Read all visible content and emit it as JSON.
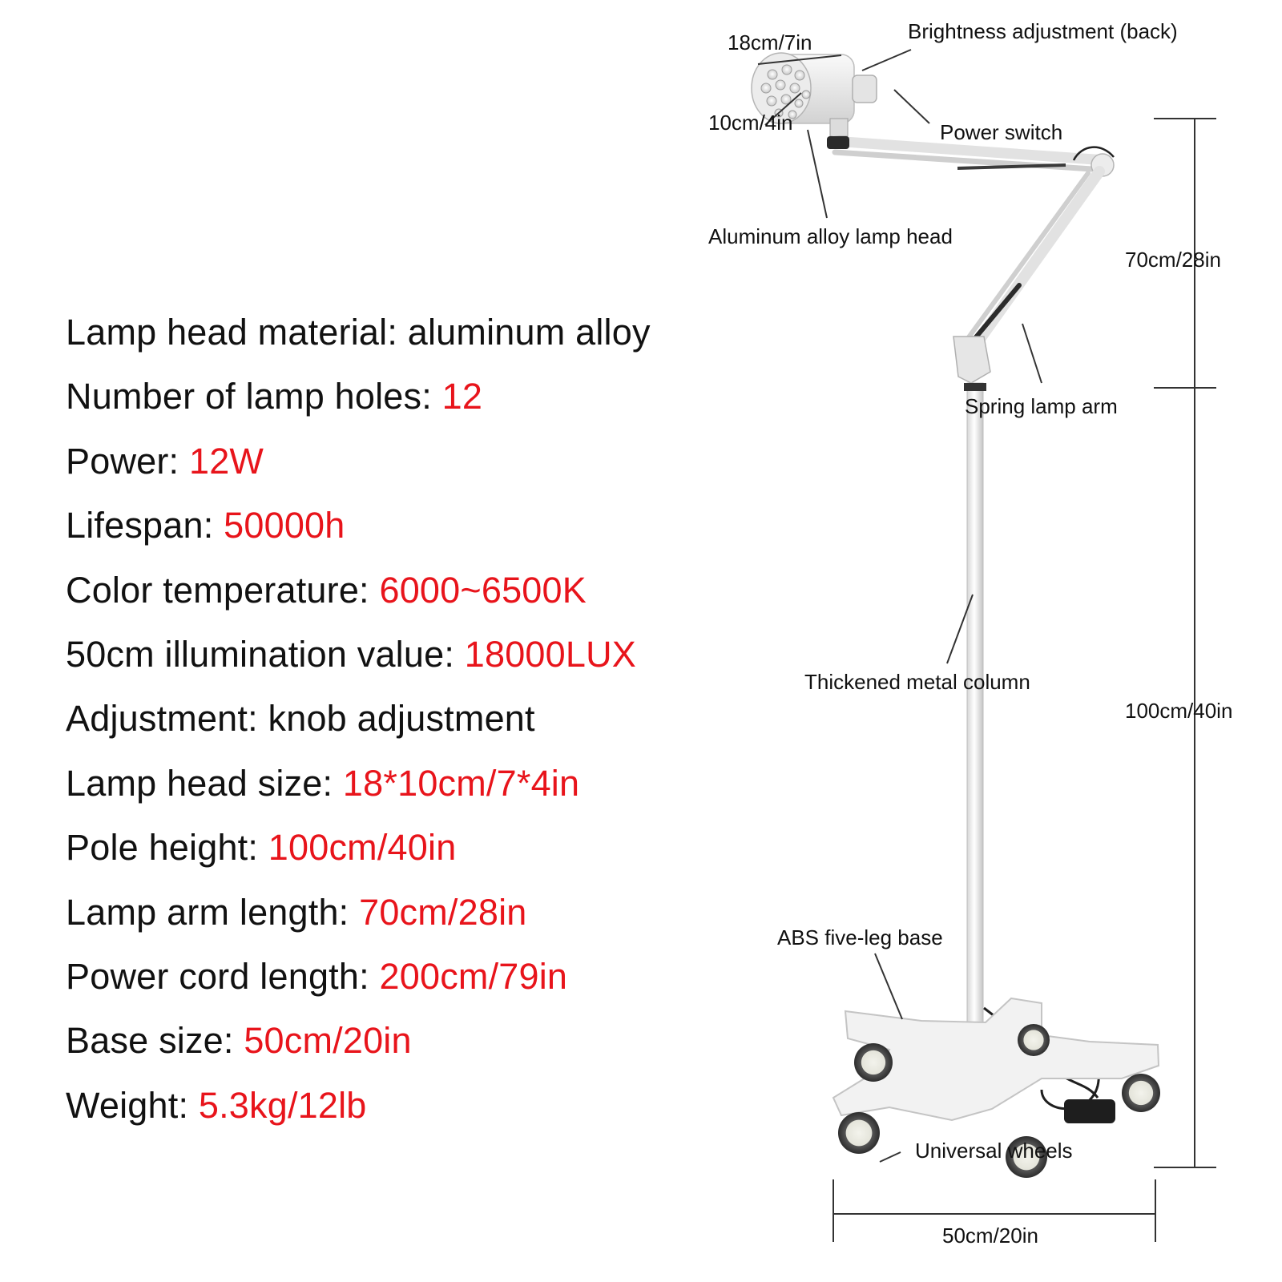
{
  "specs": [
    {
      "label": "Lamp head material: aluminum alloy",
      "value": ""
    },
    {
      "label": "Number of lamp holes: ",
      "value": "12"
    },
    {
      "label": "Power: ",
      "value": "12W"
    },
    {
      "label": "Lifespan: ",
      "value": "50000h"
    },
    {
      "label": "Color temperature: ",
      "value": "6000~6500K"
    },
    {
      "label": "50cm illumination value: ",
      "value": "18000LUX"
    },
    {
      "label": "Adjustment: knob adjustment",
      "value": ""
    },
    {
      "label": "Lamp head size: ",
      "value": "18*10cm/7*4in"
    },
    {
      "label": "Pole height: ",
      "value": "100cm/40in"
    },
    {
      "label": "Lamp arm length: ",
      "value": "70cm/28in"
    },
    {
      "label": "Power cord length: ",
      "value": "200cm/79in"
    },
    {
      "label": "Base size: ",
      "value": "50cm/20in"
    },
    {
      "label": "Weight: ",
      "value": "5.3kg/12lb"
    }
  ],
  "callouts": {
    "head_width": "18cm/7in",
    "head_depth": "10cm/4in",
    "brightness": "Brightness adjustment (back)",
    "power_switch": "Power switch",
    "lamp_head": "Aluminum alloy lamp head",
    "spring_arm": "Spring lamp arm",
    "column": "Thickened metal column",
    "base": "ABS five-leg base",
    "wheels": "Universal wheels"
  },
  "dimensions": {
    "arm": "70cm/28in",
    "pole": "100cm/40in",
    "base": "50cm/20in"
  },
  "colors": {
    "text": "#111111",
    "accent": "#e8141b"
  }
}
